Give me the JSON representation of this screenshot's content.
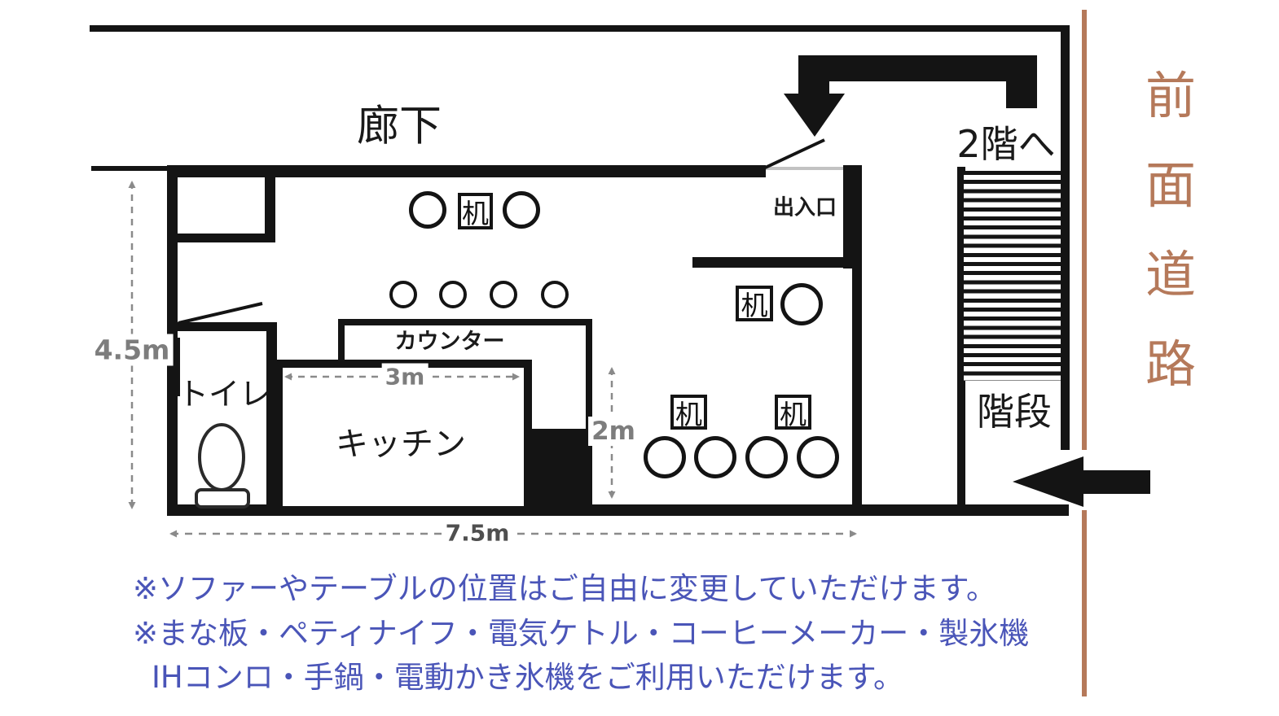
{
  "plan": {
    "corridor_label": "廊下",
    "to_second_floor_label": "2階へ",
    "entrance_label": "出入口",
    "desk_label": "机",
    "counter_label": "カウンター",
    "kitchen_label": "キッチン",
    "toilet_label": "トイレ",
    "stairs_label": "階段",
    "front_road_label": "前面道路",
    "front_road_chars": [
      "前",
      "面",
      "道",
      "路"
    ]
  },
  "dimensions": {
    "room_height": "4.5m",
    "kitchen_width": "3m",
    "dining_depth": "2m",
    "room_width": "7.5m"
  },
  "notes": {
    "line1": "※ソファーやテーブルの位置はご自由に変更していただけます。",
    "line2": "※まな板・ペティナイフ・電気ケトル・コーヒーメーカー・製氷機",
    "line3": "IHコンロ・手鍋・電動かき氷機をご利用いただけます。"
  },
  "colors": {
    "wall": "#141414",
    "road_accent": "#b5795a",
    "note_blue": "#4a55b8",
    "dim_gray": "#8a8a8a"
  }
}
